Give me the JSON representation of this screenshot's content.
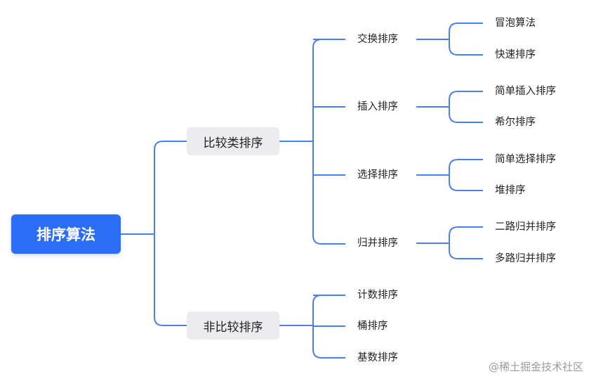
{
  "root": {
    "label": "排序算法"
  },
  "categories": [
    {
      "label": "比较类排序"
    },
    {
      "label": "非比较排序"
    }
  ],
  "groups": [
    {
      "label": "交换排序"
    },
    {
      "label": "插入排序"
    },
    {
      "label": "选择排序"
    },
    {
      "label": "归并排序"
    },
    {
      "label": "计数排序"
    },
    {
      "label": "桶排序"
    },
    {
      "label": "基数排序"
    }
  ],
  "leaves": [
    {
      "label": "冒泡算法"
    },
    {
      "label": "快速排序"
    },
    {
      "label": "简单插入排序"
    },
    {
      "label": "希尔排序"
    },
    {
      "label": "简单选择排序"
    },
    {
      "label": "堆排序"
    },
    {
      "label": "二路归并排序"
    },
    {
      "label": "多路归并排序"
    }
  ],
  "watermark": "@稀土掘金技术社区",
  "colors": {
    "accent": "#2b6df5",
    "connector": "#4a7ff0",
    "category_bg": "#ececef"
  }
}
